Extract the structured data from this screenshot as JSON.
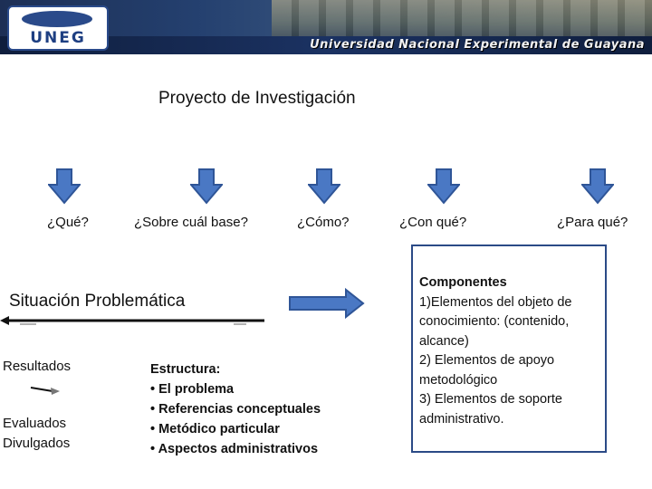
{
  "header": {
    "logo_text": "UNEG",
    "university_name": "Universidad Nacional Experimental de Guayana"
  },
  "title": "Proyecto de Investigación",
  "questions": [
    {
      "label": "¿Qué?"
    },
    {
      "label": "¿Sobre cuál base?"
    },
    {
      "label": "¿Cómo?"
    },
    {
      "label": "¿Con qué?"
    },
    {
      "label": "¿Para qué?"
    }
  ],
  "situation": "Situación Problemática",
  "left_terms": {
    "resultados": "Resultados",
    "evaluados": "Evaluados",
    "divulgados": "Divulgados"
  },
  "estructura": {
    "heading": "Estructura:",
    "items": [
      "• El problema",
      "• Referencias conceptuales",
      "• Metódico particular",
      "• Aspectos administrativos"
    ]
  },
  "componentes": {
    "heading": "Componentes",
    "lines": [
      "1)Elementos del objeto de",
      "conocimiento: (contenido,",
      "alcance)",
      "2) Elementos de apoyo",
      "metodológico",
      "3) Elementos de soporte",
      "administrativo."
    ]
  },
  "colors": {
    "arrow_fill": "#4a78c4",
    "arrow_stroke": "#2f5597",
    "box_border": "#2b4a86"
  }
}
